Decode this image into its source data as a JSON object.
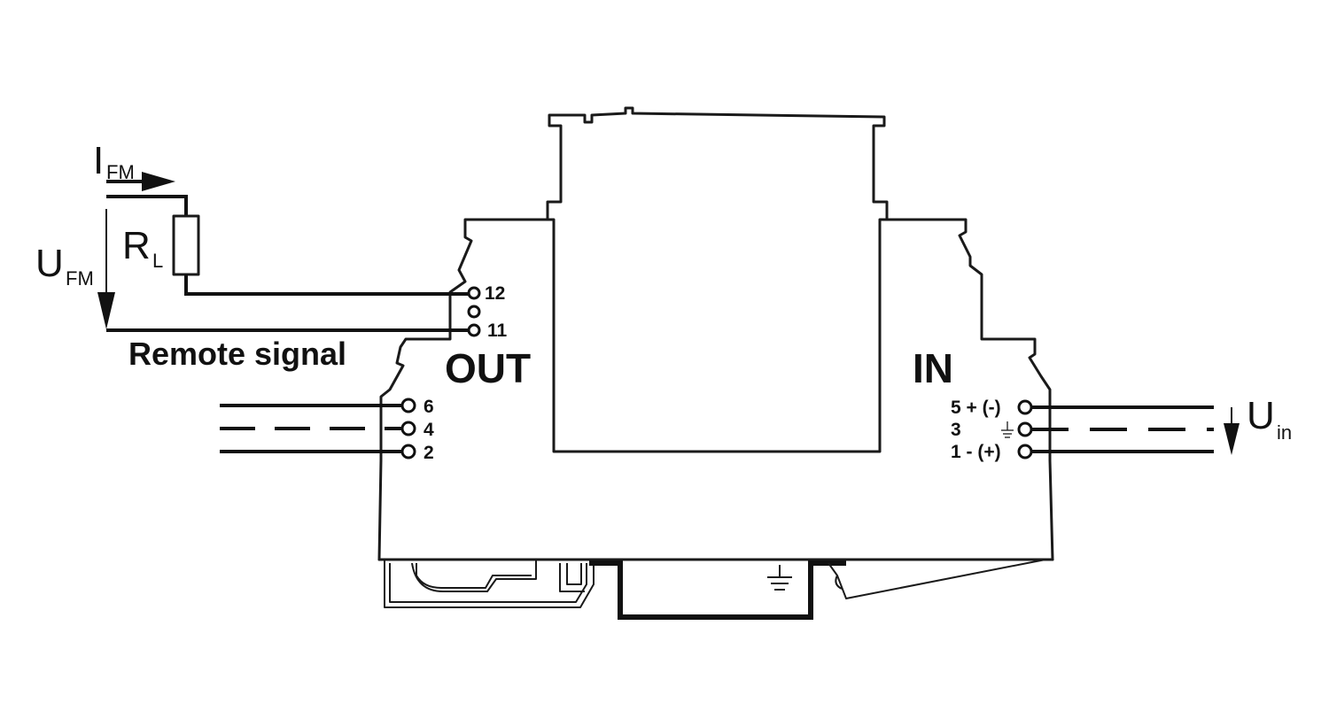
{
  "labels": {
    "current": "I",
    "current_sub": "FM",
    "voltage_out": "U",
    "voltage_out_sub": "FM",
    "resistor": "R",
    "resistor_sub": "L",
    "remote_signal": "Remote signal",
    "out": "OUT",
    "in": "IN",
    "voltage_in": "U",
    "voltage_in_sub": "in"
  },
  "remote_terminals": [
    "12",
    "11"
  ],
  "output_terminals": [
    "6",
    "4",
    "2"
  ],
  "input_terminals": [
    "5 + (-)",
    "3",
    "1 - (+)"
  ]
}
